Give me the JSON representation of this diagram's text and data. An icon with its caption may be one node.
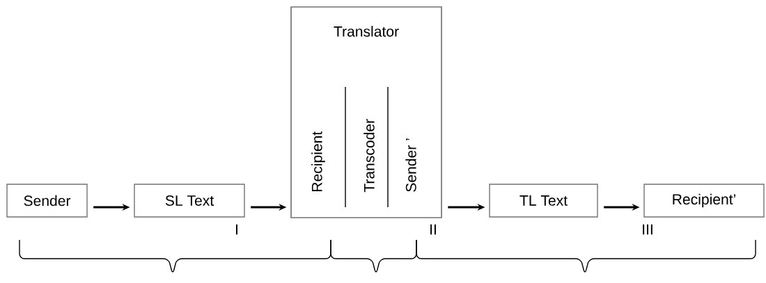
{
  "diagram": {
    "nodes": [
      {
        "text": [
          "Sender"
        ]
      },
      {
        "text": [
          "SL Text"
        ]
      },
      {
        "text": [
          "Translator",
          "Recipient",
          "Transcoder",
          "Sender ’"
        ]
      },
      {
        "text": [
          "TL Text"
        ]
      },
      {
        "text": [
          "Recipient’"
        ]
      }
    ],
    "edges": [
      {
        "from": 0,
        "to": 1,
        "arrow": "to"
      },
      {
        "from": 1,
        "to": 2,
        "arrow": "to"
      },
      {
        "from": 2,
        "to": 3,
        "arrow": "to"
      },
      {
        "from": 3,
        "to": 4,
        "arrow": "to"
      }
    ],
    "labels": [
      "I",
      "II",
      "III"
    ]
  }
}
